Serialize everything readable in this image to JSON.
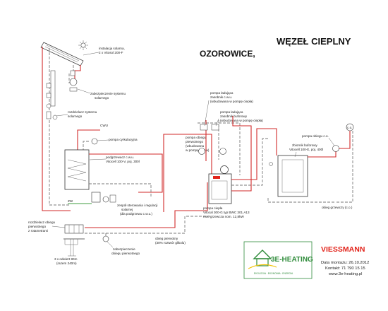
{
  "title": {
    "line1": "WĘZEŁ CIEPLNY",
    "line2": "OZOROWICE,"
  },
  "labels": {
    "collectors_line1": "instalacja solarna,",
    "collectors_line2": "2 x Vitosol 200-F",
    "solar_safety_line1": "zabezpieczenie systemu",
    "solar_safety_line2": "solarnego",
    "solar_manifold_line1": "rozdzielacz systemu",
    "solar_manifold_line2": "solarnego",
    "cwu": "CWU",
    "zw": "ZW",
    "circ_pump": "pompa cyrkulacyjna",
    "dhw_tank_line1": "podgrzewacz c.w.u.",
    "dhw_tank_line2": "Vitocell 100-V, poj. 300l",
    "solar_regulator_line1": "zespół sterowania i regulacji",
    "solar_regulator_line2": "solarnej",
    "solar_regulator_line3": "(dla podgrzewu c.w.u.)",
    "lower_source_line1": "rozdzielacz obiegu",
    "lower_source_line2": "pierwotnego",
    "lower_source_line3": "z rotametrami",
    "ground_line1": "3 x odwiert 80m",
    "ground_line2": "(razem 240m)",
    "primary_safety_line1": "zabezpieczenie",
    "primary_safety_line2": "obiegu pierwotnego",
    "primary_circuit_line1": "obieg pierwotny",
    "primary_circuit_line2": "(30% roztwór glikolu)",
    "brine_pump_line1": "pompa obiegu",
    "brine_pump_line2": "pierwotnego",
    "brine_pump_line3": "(wbudowana",
    "brine_pump_line4": "w pompę ciepła)",
    "sec_pump_line1": "pompa ładująca",
    "sec_pump_line2": "zasobnik c.w.u.",
    "sec_pump_line3": "(wbudowana w pompę ciepła)",
    "buf_pump_line1": "pompa ładująca",
    "buf_pump_line2": "zasobnik buforowy",
    "buf_pump_line3": "(wbudowana w pompę ciepła)",
    "heat_pump_line1": "pompa ciepła",
    "heat_pump_line2": "Vitocal 300-G typ BWC 301.A13",
    "heat_pump_line3": "moc grzewcza nom. 12,8kW",
    "buffer_line1": "zbiornik buforowy",
    "buffer_line2": "Vitocell 100-E, poj. 400l",
    "co_pump": "pompa obiegu c.o.",
    "co_return": "obieg grzewczy (c.o.)",
    "heating_loop": "c.o."
  },
  "logos": {
    "company": "3E-HEATING",
    "company_tagline": "EKOLOGIA · EKONOMIA · ENERGIA",
    "brand": "VIESSMANN"
  },
  "footer": {
    "date": "Data montażu: 26.10.2012",
    "contact": "Kontakt: 71 790 15 15",
    "web": "www.3e-heating.pl"
  },
  "colors": {
    "supply": "#d22a2a",
    "return": "#7a7a7a",
    "brand_green": "#2e8b3a",
    "viessmann_red": "#e2231a"
  }
}
